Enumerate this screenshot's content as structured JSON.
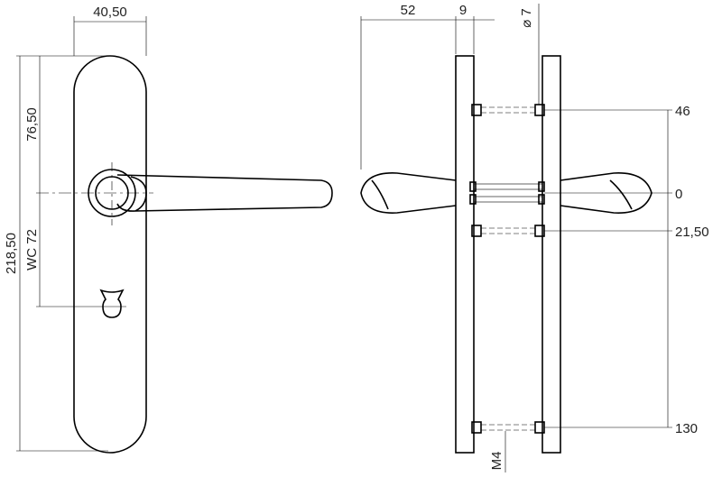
{
  "front_view": {
    "width_label": "40,50",
    "centre_label": "76,50",
    "total_length_label": "218,50",
    "spacing_label": "WC 72"
  },
  "side_view": {
    "projection_label": "52",
    "plate_label": "9",
    "diameter_label": "⌀ 7",
    "thread_label": "M4"
  },
  "right_dims": {
    "top": "46",
    "zero": "0",
    "mid": "21,50",
    "bottom": "130"
  }
}
